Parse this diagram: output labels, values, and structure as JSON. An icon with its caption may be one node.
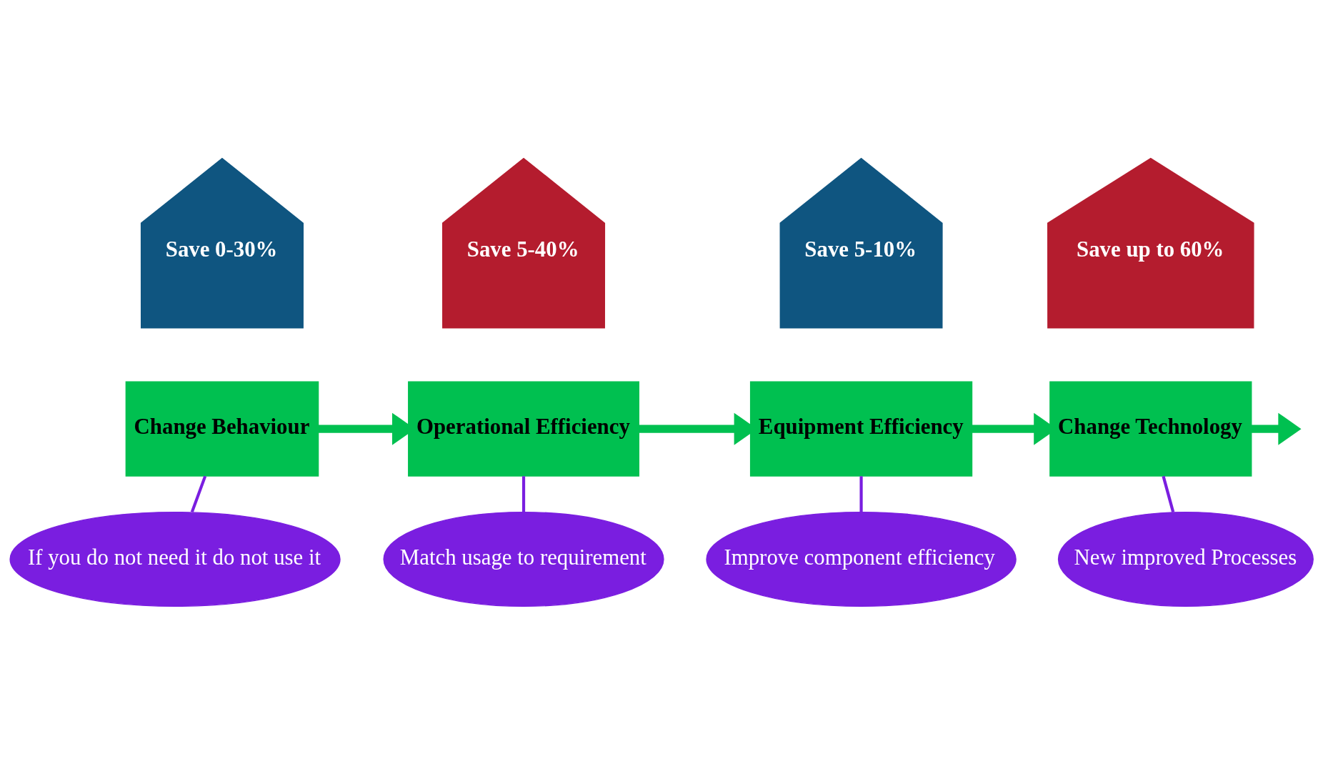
{
  "diagram": {
    "nodes": [
      {
        "text": [
          "Save 0-30%"
        ]
      },
      {
        "text": [
          "Save 5-40%"
        ]
      },
      {
        "text": [
          "Save 5-10%"
        ]
      },
      {
        "text": [
          "Save up to 60%"
        ]
      },
      {
        "text": [
          "Change Behaviour"
        ]
      },
      {
        "text": [
          "Operational Efficiency"
        ]
      },
      {
        "text": [
          "Equipment Efficiency"
        ]
      },
      {
        "text": [
          "Change Technology"
        ]
      },
      {
        "text": [
          "If you do not need it do not use it"
        ]
      },
      {
        "text": [
          "Match usage to requirement"
        ]
      },
      {
        "text": [
          "Improve component efficiency"
        ]
      },
      {
        "text": [
          "New improved Processes"
        ]
      }
    ],
    "edges": [
      {
        "from": 4,
        "to": 5,
        "arrow": "to",
        "style": "thick",
        "color": "#00c050"
      },
      {
        "from": 5,
        "to": 6,
        "arrow": "to",
        "style": "thick",
        "color": "#00c050"
      },
      {
        "from": 6,
        "to": 7,
        "arrow": "to",
        "style": "thick",
        "color": "#00c050"
      },
      {
        "from": 7,
        "to": null,
        "arrow": "to",
        "style": "thick",
        "color": "#00c050"
      },
      {
        "from": 8,
        "to": 4,
        "arrow": "none",
        "color": "#7a1ee0"
      },
      {
        "from": 9,
        "to": 5,
        "arrow": "none",
        "color": "#7a1ee0"
      },
      {
        "from": 10,
        "to": 6,
        "arrow": "none",
        "color": "#7a1ee0"
      },
      {
        "from": 11,
        "to": 7,
        "arrow": "none",
        "color": "#7a1ee0"
      }
    ]
  }
}
